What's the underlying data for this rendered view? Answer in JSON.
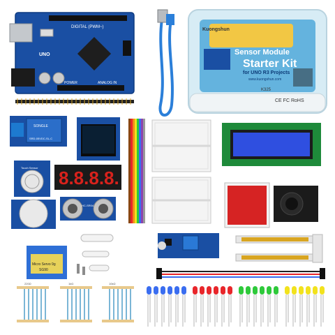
{
  "box": {
    "brand": "Kuongshun",
    "title_line1": "Sensor Module",
    "title_line2": "Starter Kit",
    "subtitle": "for UNO R3 Projects",
    "url": "www.kuongshun.com",
    "model": "K325",
    "marks": "CE FC RoHS"
  },
  "board": {
    "brand": "UNO",
    "header_label": "DIGITAL (PWM~)",
    "power_label": "POWER",
    "analog_label": "ANALOG IN"
  },
  "relay": {
    "label": "SRD-05VDC-SL-C",
    "brand": "SONGLE"
  },
  "seven_segment": {
    "digits": "8.8.8.8."
  },
  "ultrasonic": {
    "label": "HC-SR04"
  },
  "servo": {
    "label": "Micro Servo 9g",
    "model": "SG90"
  },
  "touch": {
    "label": "Touch Sensor"
  },
  "resistor_strips": {
    "labels": [
      "220Ω",
      "1kΩ",
      "10kΩ"
    ]
  },
  "led_groups": {
    "colors": [
      "#3a6df0",
      "#e8262b",
      "#2ec93a",
      "#f2e21d"
    ]
  }
}
